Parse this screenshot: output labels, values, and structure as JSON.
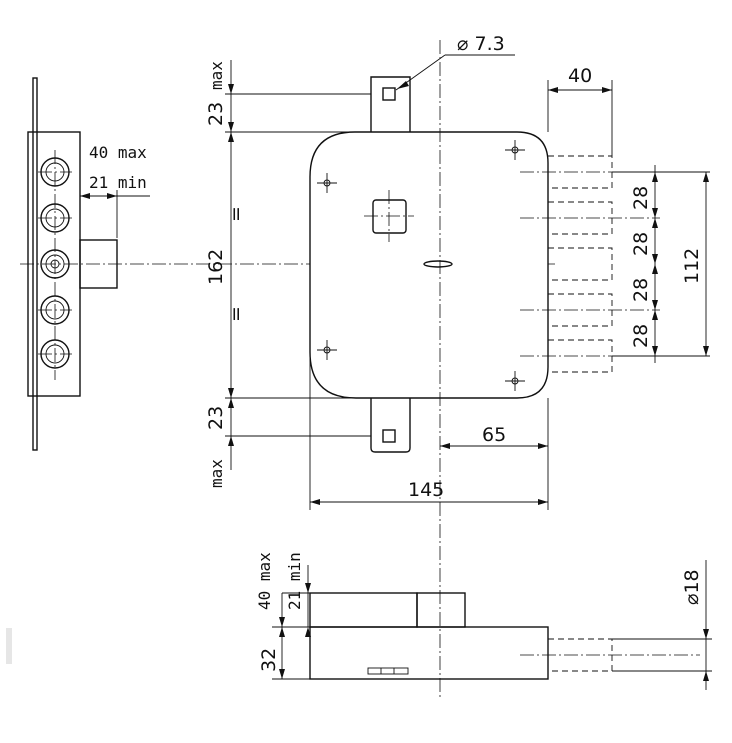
{
  "dimensions": {
    "bolt_diameter": "⌀ 7.3",
    "bolt_throw": "40",
    "backset_plate_max": "40 max",
    "backset_plate_min": "21 min",
    "top_extension": "23",
    "top_extension_qualifier": "max",
    "bottom_extension": "23",
    "bottom_extension_qualifier": "max",
    "case_height": "162",
    "equal_mark_top": "=",
    "equal_mark_bottom": "=",
    "bolt_pitch_1": "28",
    "bolt_pitch_2": "28",
    "bolt_pitch_3": "28",
    "bolt_pitch_4": "28",
    "bolt_span": "112",
    "backset": "65",
    "case_width": "145",
    "side_max": "40 max",
    "side_min": "21 min",
    "side_thickness": "32",
    "bolt_diameter_side": "⌀18"
  }
}
